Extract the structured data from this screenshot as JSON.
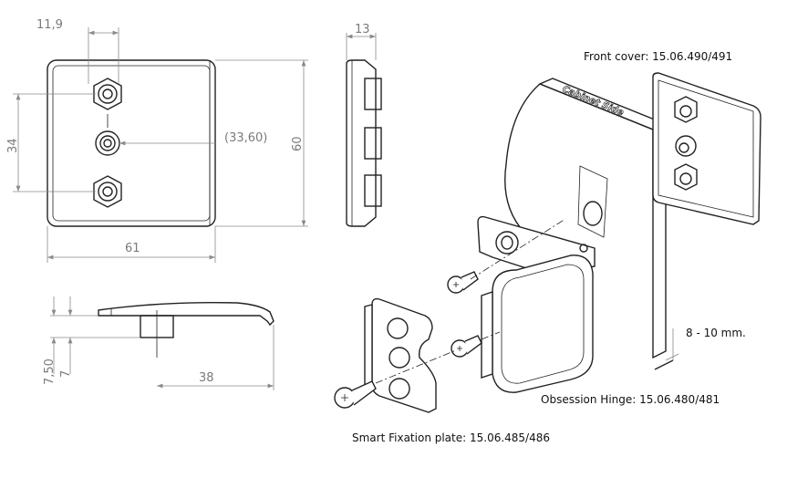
{
  "dimensions": {
    "hole_offset": "11,9",
    "hole_spacing": "34",
    "center_ref": "(33,60)",
    "height": "60",
    "width": "61",
    "thickness": "13",
    "profile_height_total": "7,50",
    "profile_height": "7",
    "profile_length": "38",
    "glass_thickness": "8 - 10 mm."
  },
  "labels": {
    "front_cover": "Front cover: 15.06.490/491",
    "hinge": "Obsession Hinge: 15.06.480/481",
    "fixation_plate": "Smart Fixation plate: 15.06.485/486",
    "cabinet_side": "Cabinet Side"
  },
  "colors": {
    "dimension": "#7a7a7a",
    "line": "#222222"
  }
}
